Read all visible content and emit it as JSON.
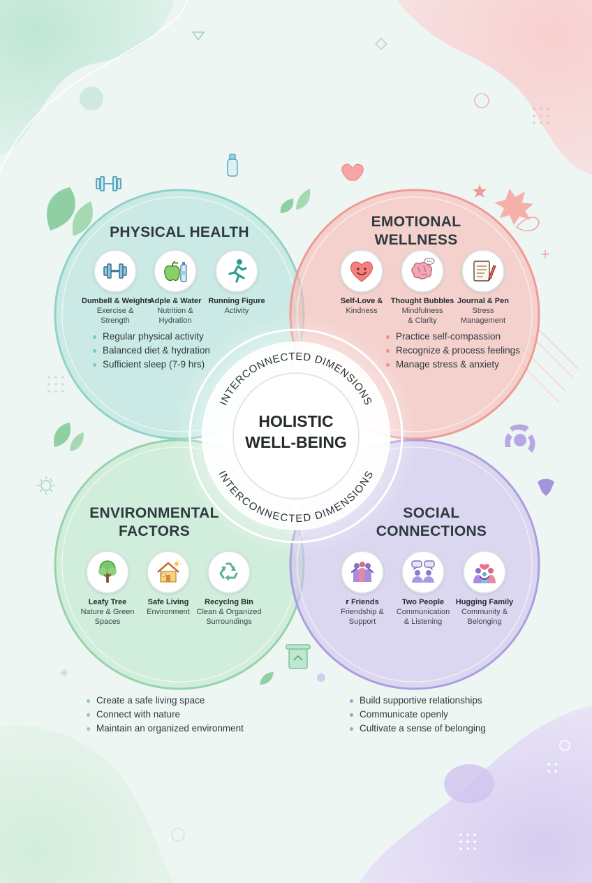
{
  "center": {
    "title": "HOLISTIC\nWELL-BEING",
    "ring_label_top": "INTERCONNECTED DIMENSIONS",
    "ring_label_bottom": "INTERCONNECTED DIMENSIONS"
  },
  "quadrants": {
    "physical": {
      "title": "PHYSICAL HEALTH",
      "color": "#7cc9c0",
      "icons": [
        {
          "icon": "dumbbell-icon",
          "name": "Dumbell & Weights",
          "desc": "Exercise &\nStrength"
        },
        {
          "icon": "apple-water-icon",
          "name": "Adple & Water",
          "desc": "Nutrition &\nHydration"
        },
        {
          "icon": "running-figure-icon",
          "name": "Running Figure",
          "desc": "Activity"
        }
      ],
      "bullets": [
        "Regular physical activity",
        "Balanced diet & hydration",
        "Sufficient sleep (7-9 hrs)"
      ]
    },
    "emotional": {
      "title": "EMOTIONAL\nWELLNESS",
      "color": "#f0918c",
      "icons": [
        {
          "icon": "heart-smile-icon",
          "name": "Self-Love &",
          "desc": "Kindness"
        },
        {
          "icon": "brain-bubble-icon",
          "name": "Thought Bubbles",
          "desc": "Mindfulness\n& Clarity"
        },
        {
          "icon": "journal-pen-icon",
          "name": "Journal & Pen",
          "desc": "Stress\nManagement"
        }
      ],
      "bullets": [
        "Practice self-compassion",
        "Recognize & process feelings",
        "Manage stress & anxiety"
      ]
    },
    "environmental": {
      "title": "ENVIRONMENTAL\nFACTORS",
      "color": "#8fd0a8",
      "icons": [
        {
          "icon": "tree-icon",
          "name": "Leafy Tree",
          "desc": "Nature & Green\nSpaces"
        },
        {
          "icon": "house-icon",
          "name": "Safe Living",
          "desc": "Environment"
        },
        {
          "icon": "recycle-bin-icon",
          "name": "Recyclng Bin",
          "desc": "Clean & Organized\nSurroundings"
        }
      ],
      "bullets": [
        "Create a safe living space",
        "Connect with nature",
        "Maintain an organized environment"
      ]
    },
    "social": {
      "title": "SOCIAL\nCONNECTIONS",
      "color": "#a89ad8",
      "icons": [
        {
          "icon": "friends-icon",
          "name": "ғ Friends",
          "desc": "Friendship &\nSupport"
        },
        {
          "icon": "two-people-icon",
          "name": "Two People",
          "desc": "Communication\n& Listening"
        },
        {
          "icon": "hugging-family-icon",
          "name": "Hugging Family",
          "desc": "Community &\nBelonging"
        }
      ],
      "bullets": [
        "Build supportive relationships",
        "Communicate openly",
        "Cultivate a sense of belonging"
      ]
    }
  }
}
